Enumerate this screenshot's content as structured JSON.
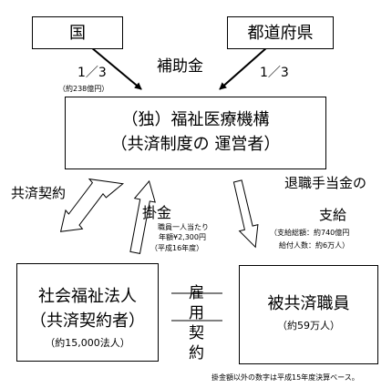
{
  "nodes": {
    "kuni": {
      "label": "国"
    },
    "todofuken": {
      "label": "都道府県"
    },
    "kikou": {
      "line1": "（独）福祉医療機構",
      "line2": "（共済制度の 運営者）"
    },
    "houjin": {
      "line1": "社会福祉法人",
      "line2": "（共済契約者）",
      "sub": "（約15,000法人）"
    },
    "shokuin": {
      "line1": "被共済職員",
      "sub": "（約59万人）"
    }
  },
  "labels": {
    "hojokin": "補助金",
    "share_left": "1／3",
    "share_right": "1／3",
    "left_amount": "（約238億円）",
    "kyosai_keiyaku": "共済契約",
    "kakekin": "掛金",
    "kakekin_detail_1": "職員一人当たり",
    "kakekin_detail_2": "年額¥2,300円",
    "kakekin_detail_3": "（平成16年度）",
    "taishoku_1": "退職手当金の",
    "taishoku_2": "支給",
    "shikyu_amount": "（支給総額：約740億円",
    "kyufu_count": "給付人数：約6万人）",
    "koyou_keiyaku": [
      "雇",
      "用",
      "契",
      "約"
    ],
    "footnote": "掛金額以外の数字は平成15年度決算ベース。"
  }
}
